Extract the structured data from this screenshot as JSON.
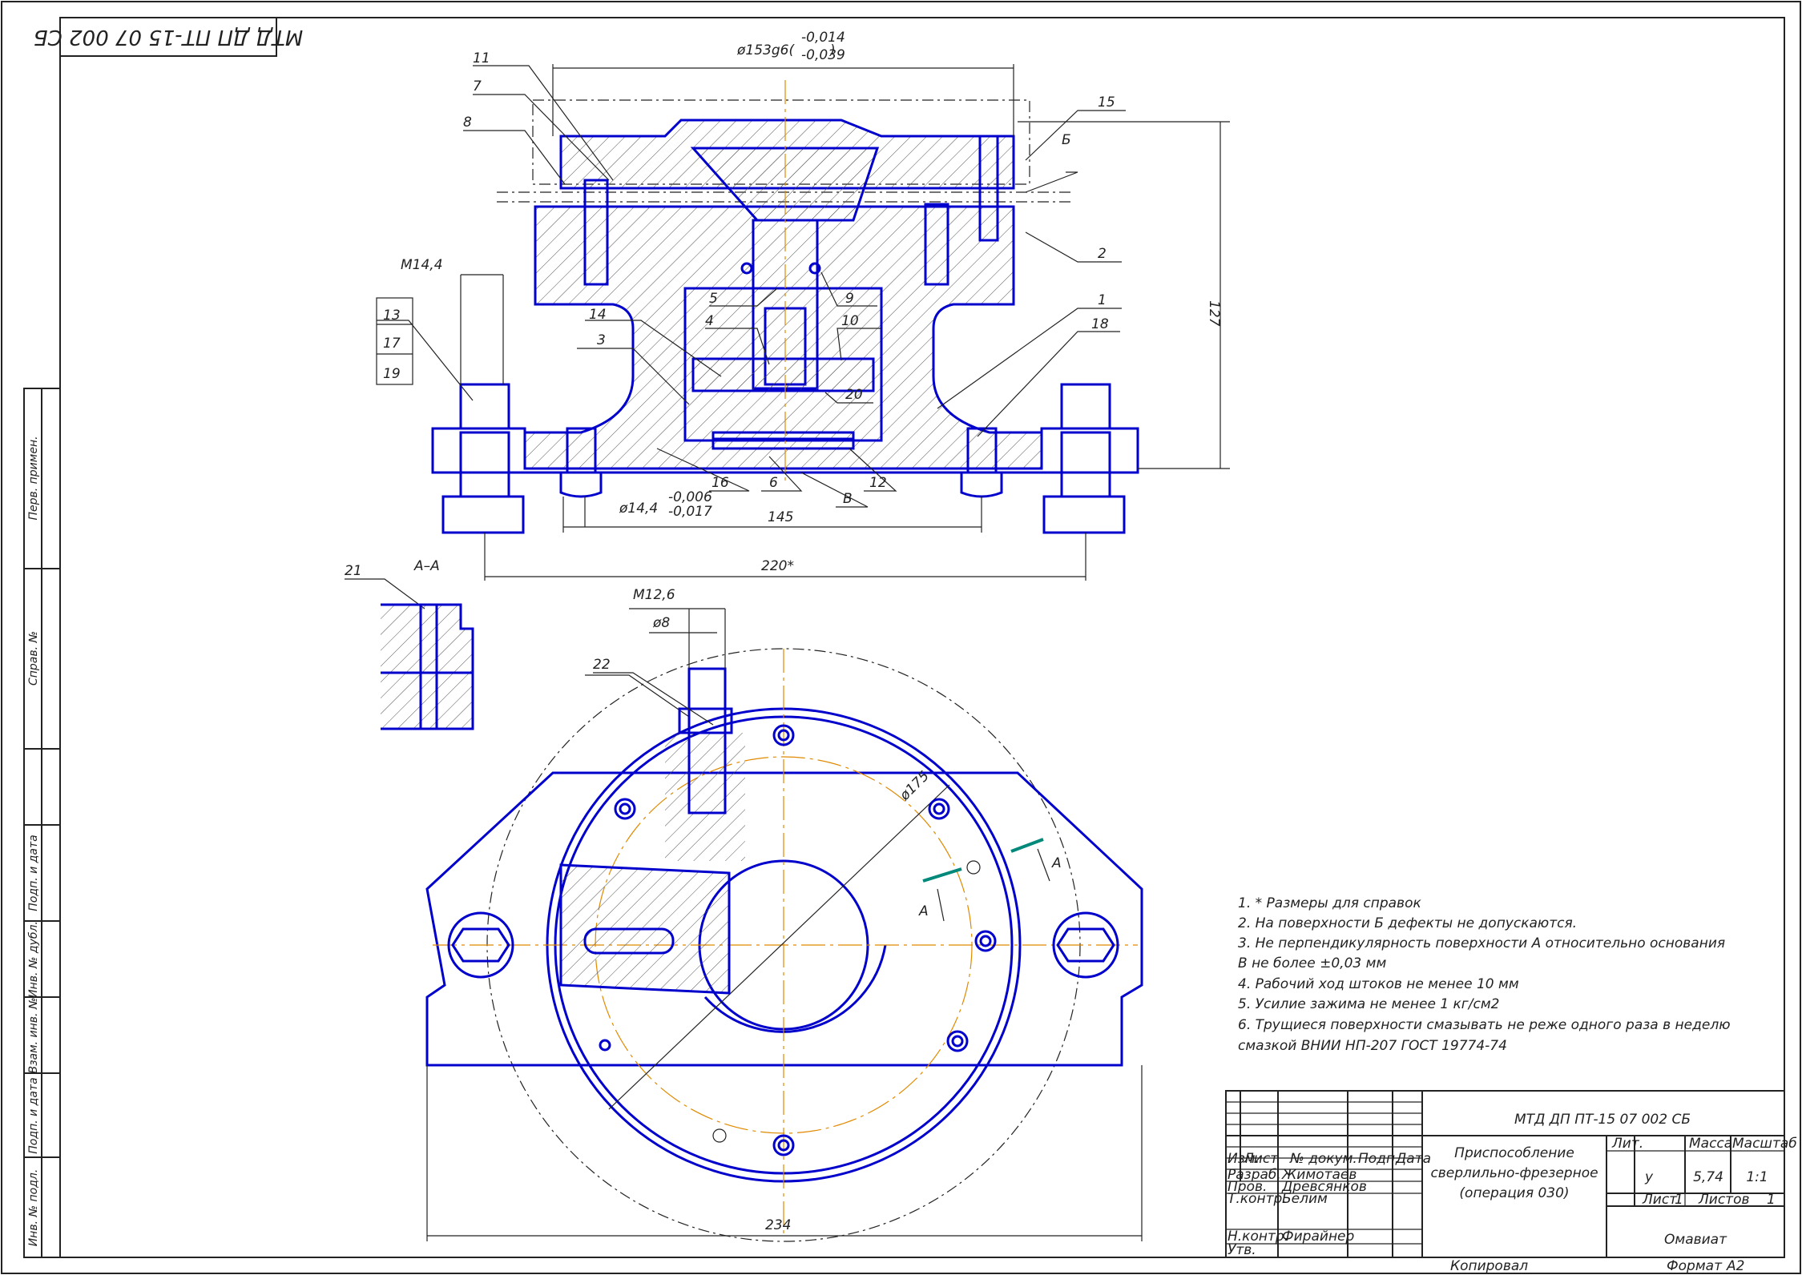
{
  "frame": {
    "stamp_top": "МТД ДП ПТ-15 07 002 СБ",
    "side_labels": [
      "Перв. примен.",
      "Справ. №",
      "Подп. и дата",
      "Инв. № дубл.",
      "Взам. инв. №",
      "Подп. и дата",
      "Инв. № подл."
    ]
  },
  "dimensions": {
    "d153": "ø153g6(",
    "d153_tol_up": "-0,014",
    "d153_tol_dn": "-0,039",
    "d153_close": ")",
    "m14": "M14,4",
    "h127": "127",
    "d14": "ø14,4",
    "d14_tol_up": "-0,006",
    "d14_tol_dn": "-0,017",
    "w145": "145",
    "w220": "220*",
    "m12": "M12,6",
    "d8": "ø8",
    "d175": "ø175",
    "w234": "234"
  },
  "callouts": {
    "c11": "11",
    "c7": "7",
    "c8": "8",
    "c15": "15",
    "cB": "Б",
    "c2": "2",
    "c13": "13",
    "c17": "17",
    "c19": "19",
    "c14": "14",
    "c3": "3",
    "c5": "5",
    "c4": "4",
    "c9": "9",
    "c10": "10",
    "c1": "1",
    "c18": "18",
    "c20": "20",
    "c16": "16",
    "c6": "6",
    "cV": "В",
    "c12": "12",
    "c21": "21",
    "section": "А–А",
    "c22": "22",
    "cA1": "А",
    "cA2": "А"
  },
  "notes": [
    "1. * Размеры для справок",
    "2. На поверхности Б дефекты не допускаются.",
    "3. Не перпендикулярность поверхности А относительно основания",
    "В не более ±0,03 мм",
    "4. Рабочий ход штоков не менее 10 мм",
    "5. Усилие зажима не менее 1 кг/см2",
    "6. Трущиеся поверхности смазывать не реже одного раза в неделю",
    "смазкой ВНИИ НП-207 ГОСТ 19774-74"
  ],
  "title_block": {
    "designation": "МТД ДП ПТ-15 07 002 СБ",
    "name_1": "Приспособление",
    "name_2": "сверлильно-фрезерное",
    "name_3": "(операция 030)",
    "col_izm": "Изм.",
    "col_list": "Лист",
    "col_doc": "№ докум.",
    "col_podp": "Подп.",
    "col_data": "Дата",
    "razrab_label": "Разраб.",
    "razrab_name": "Жимотаев",
    "prov_label": "Пров.",
    "prov_name": "Древсянков",
    "tkontr_label": "Т.контр.",
    "tkontr_name": "Белим",
    "nkontr_label": "Н.контр.",
    "nkontr_name": "Фирайнер",
    "utv_label": "Утв.",
    "lit_label": "Лит.",
    "mass_label": "Масса",
    "scale_label": "Масштаб",
    "lit_value": "у",
    "mass_value": "5,74",
    "scale_value": "1:1",
    "sheet_label": "Лист",
    "sheet_value": "1",
    "sheets_label": "Листов",
    "sheets_value": "1",
    "org": "Омавиат",
    "copied": "Копировал",
    "format_label": "Формат",
    "format_value": "А2"
  }
}
